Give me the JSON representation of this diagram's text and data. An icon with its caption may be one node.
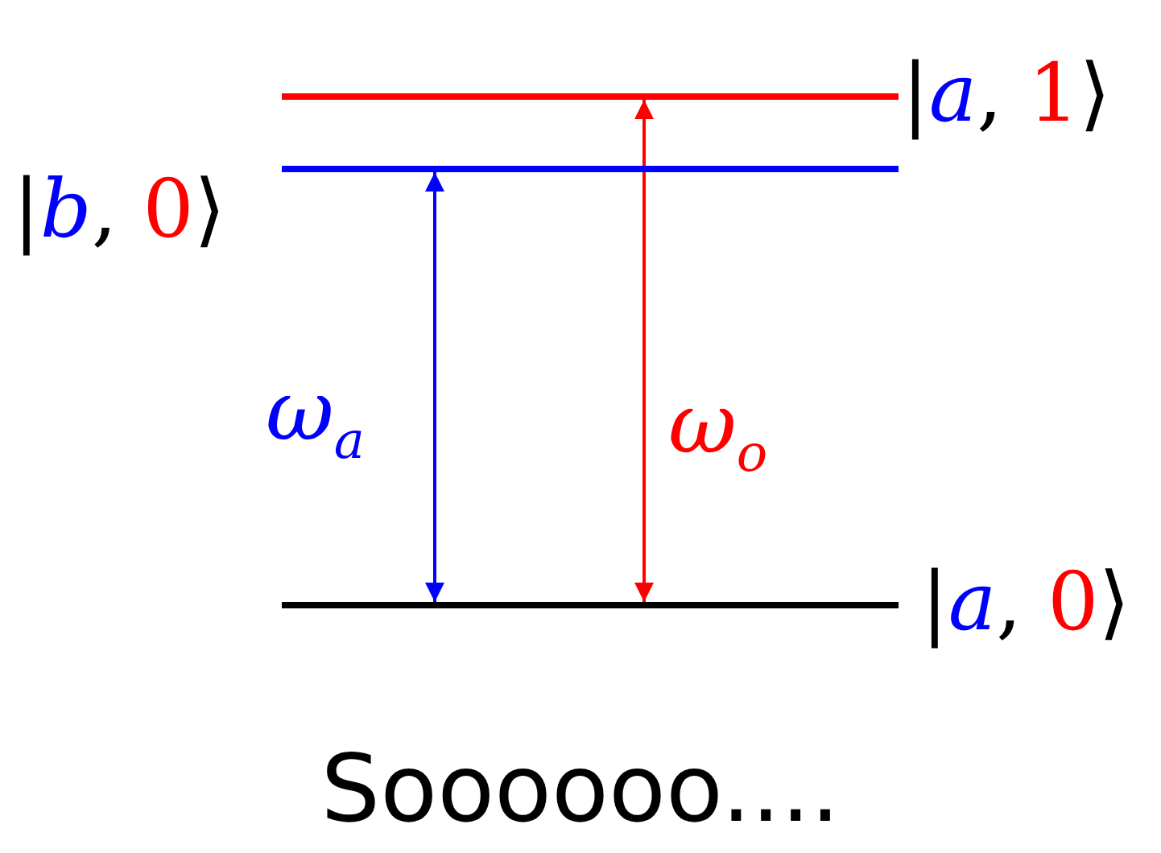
{
  "diagram": {
    "caption": "Soooooo....",
    "nodes": [
      {
        "text": [
          "|a, 1⟩"
        ]
      },
      {
        "text": [
          "|b, 0⟩"
        ]
      },
      {
        "text": [
          "|a, 0⟩"
        ]
      }
    ],
    "edges": [
      {
        "from": 1,
        "to": 2,
        "arrow": "both",
        "label": "ω$_{a}$",
        "color": "#0000ff"
      },
      {
        "from": 0,
        "to": 2,
        "arrow": "both",
        "label": "ω$_{o}$",
        "color": "#ff0000"
      }
    ]
  }
}
